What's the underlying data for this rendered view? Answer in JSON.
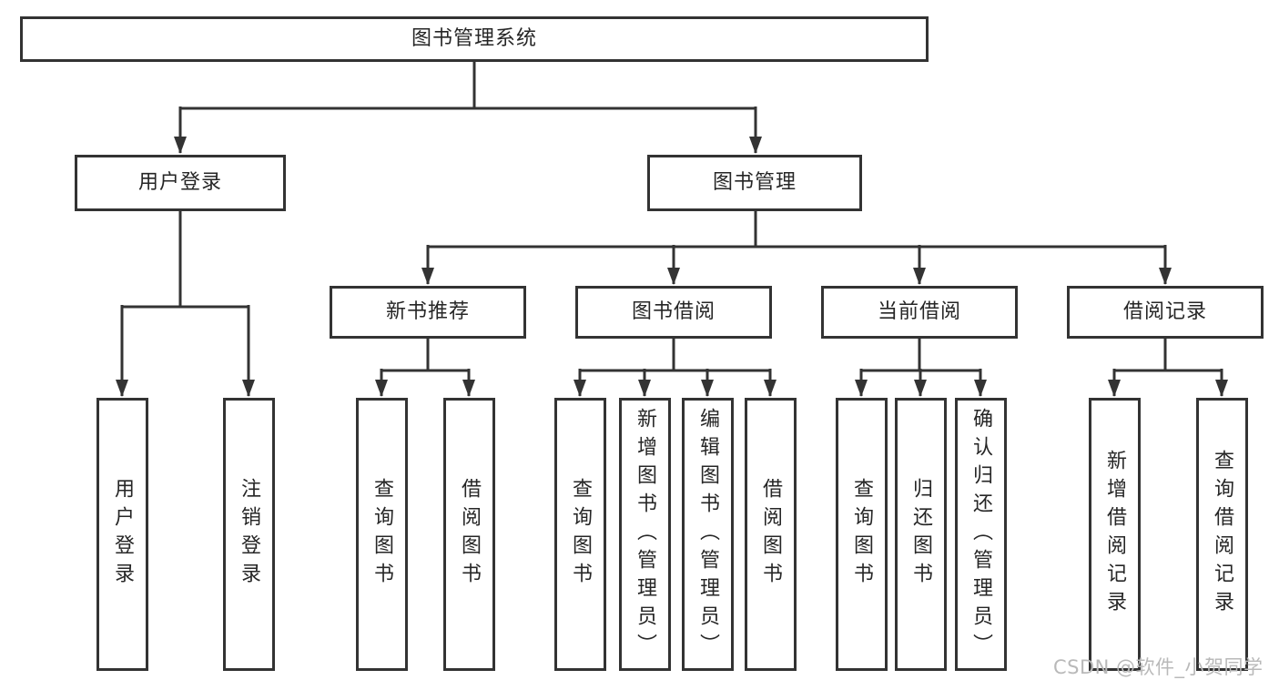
{
  "diagram": {
    "root": {
      "label": "图书管理系统"
    },
    "user_login": {
      "label": "用户登录",
      "children": [
        {
          "label": "用户登录"
        },
        {
          "label": "注销登录"
        }
      ]
    },
    "book_mgmt": {
      "label": "图书管理",
      "new_books": {
        "label": "新书推荐",
        "children": [
          {
            "label": "查询图书"
          },
          {
            "label": "借阅图书"
          }
        ]
      },
      "borrowing": {
        "label": "图书借阅",
        "children": [
          {
            "label": "查询图书"
          },
          {
            "label": "新增图书（管理员）"
          },
          {
            "label": "编辑图书（管理员）"
          },
          {
            "label": "借阅图书"
          }
        ]
      },
      "current": {
        "label": "当前借阅",
        "children": [
          {
            "label": "查询图书"
          },
          {
            "label": "归还图书"
          },
          {
            "label": "确认归还（管理员）"
          }
        ]
      },
      "records": {
        "label": "借阅记录",
        "children": [
          {
            "label": "新增借阅记录"
          },
          {
            "label": "查询借阅记录"
          }
        ]
      }
    },
    "watermark": {
      "text": "CSDN @软件_小贺同学"
    },
    "colors": {
      "line": "#333333",
      "text": "#262626",
      "watermark": "#b9b9b9",
      "background": "#ffffff"
    }
  }
}
